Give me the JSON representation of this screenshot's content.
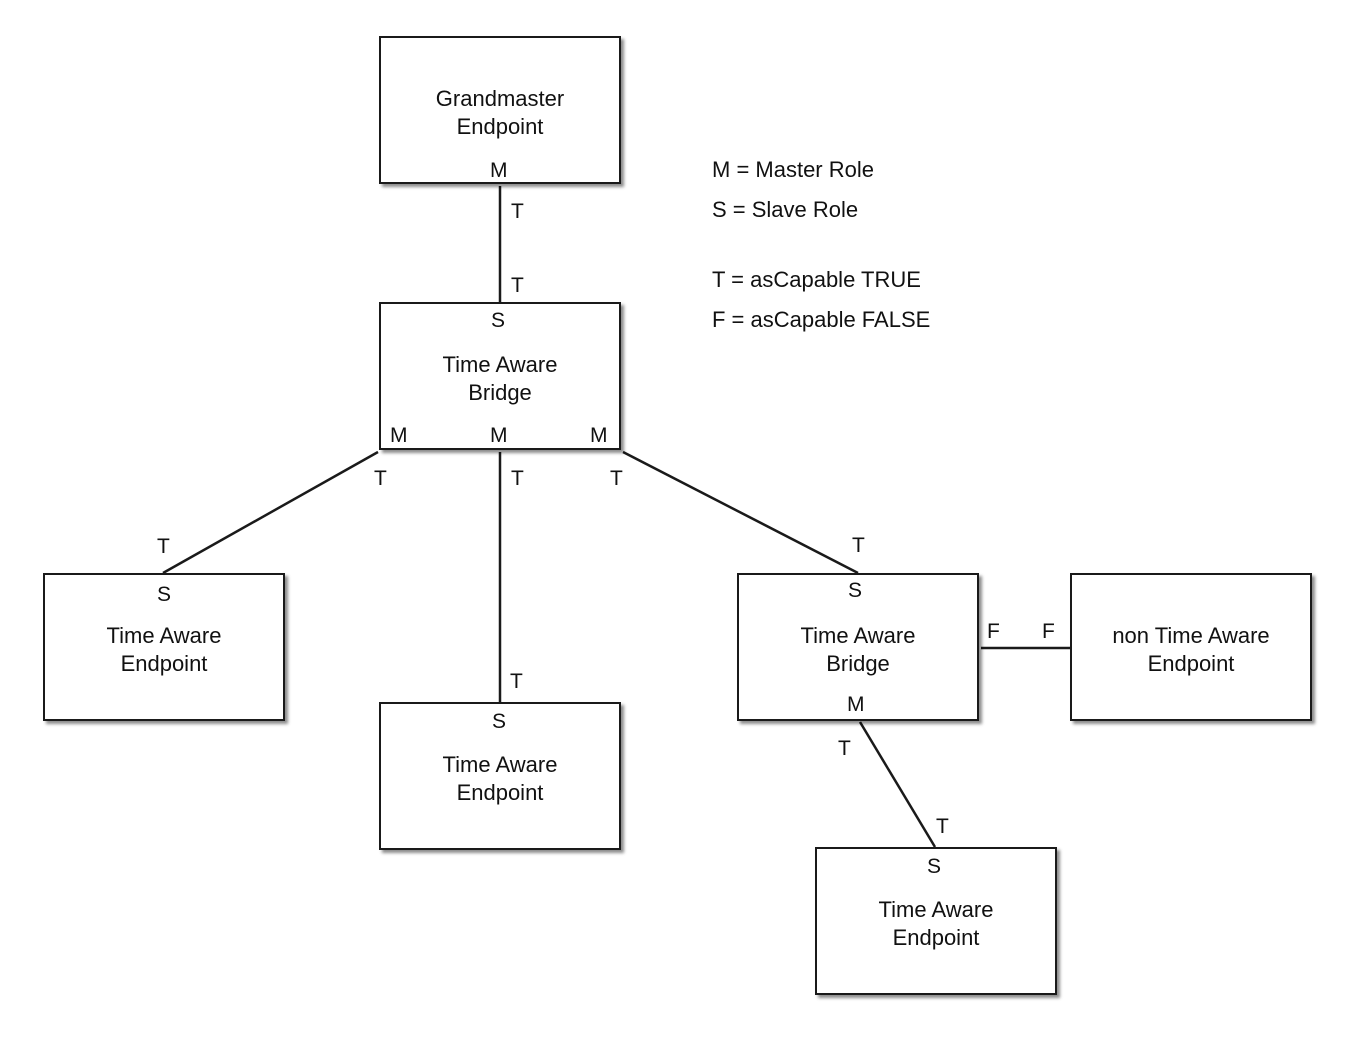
{
  "nodes": {
    "grandmaster": "Grandmaster\nEndpoint",
    "bridge_top": "Time Aware\nBridge",
    "endpoint_left": "Time Aware\nEndpoint",
    "endpoint_middle": "Time Aware\nEndpoint",
    "bridge_right": "Time Aware\nBridge",
    "non_aware_endpoint": "non Time Aware\nEndpoint",
    "endpoint_bottom": "Time Aware\nEndpoint"
  },
  "port_labels": {
    "master": "M",
    "slave": "S",
    "true": "T",
    "false": "F"
  },
  "legend": {
    "master": "M = Master Role",
    "slave": "S = Slave Role",
    "capable_true": "T = asCapable TRUE",
    "capable_false": "F = asCapable FALSE"
  },
  "colors": {
    "stroke": "#1a1a1a",
    "text": "#111111",
    "background": "#ffffff"
  }
}
